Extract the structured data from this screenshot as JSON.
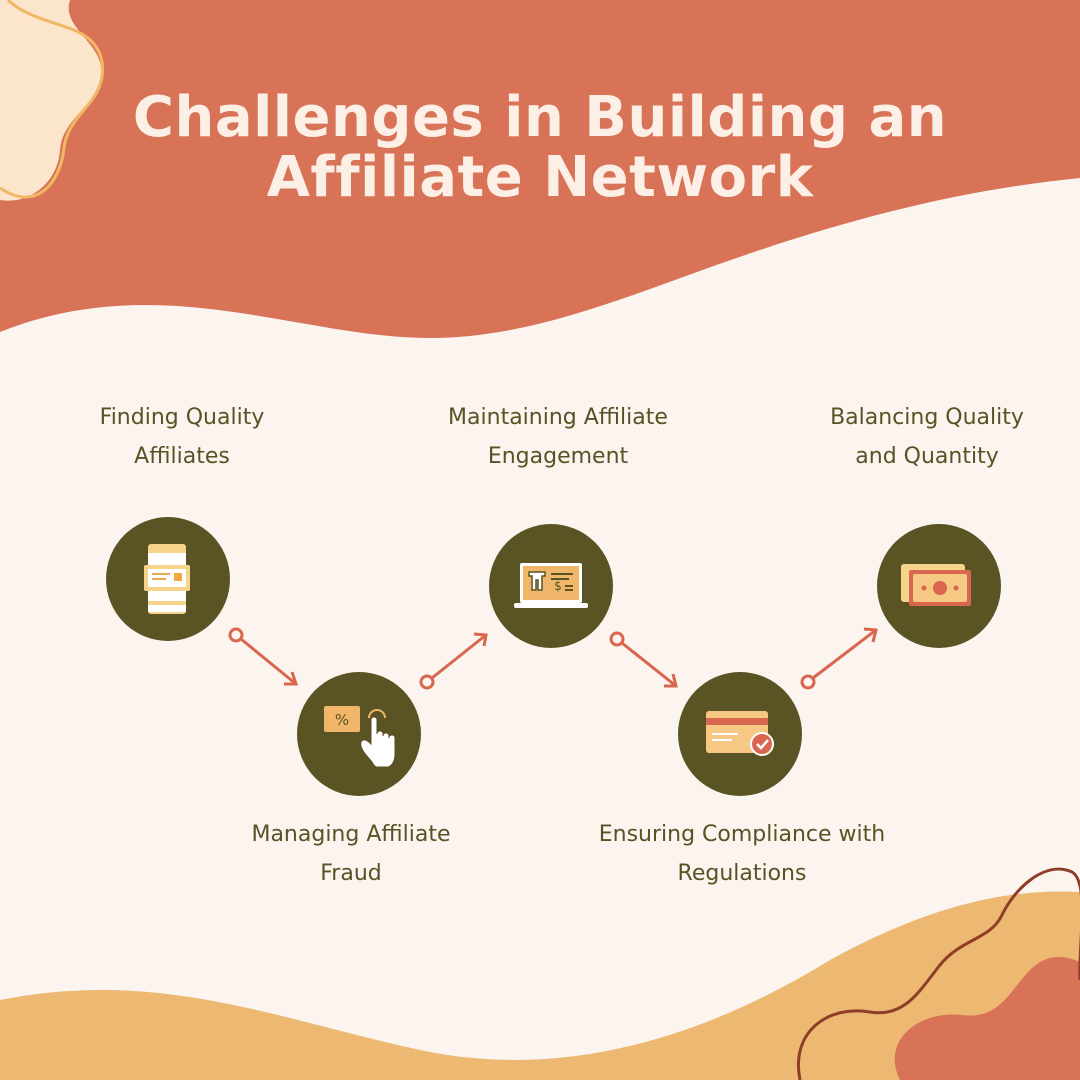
{
  "title": {
    "line1": "Challenges in Building an",
    "line2": "Affiliate Network"
  },
  "steps": [
    {
      "line1": "Finding Quality",
      "line2": "Affiliates",
      "icon": "mobile-checkout-icon"
    },
    {
      "line1": "Managing Affiliate",
      "line2": "Fraud",
      "icon": "discount-tap-icon"
    },
    {
      "line1": "Maintaining Affiliate",
      "line2": "Engagement",
      "icon": "laptop-shop-icon"
    },
    {
      "line1": "Ensuring Compliance with",
      "line2": "Regulations",
      "icon": "credit-card-check-icon"
    },
    {
      "line1": "Balancing Quality",
      "line2": "and Quantity",
      "icon": "cash-icon"
    }
  ],
  "colors": {
    "background": "#FBF4EF",
    "header": "#D97358",
    "footer": "#EDB872",
    "node": "#5A5324",
    "arrow": "#D9664E",
    "text": "#5A5224"
  }
}
